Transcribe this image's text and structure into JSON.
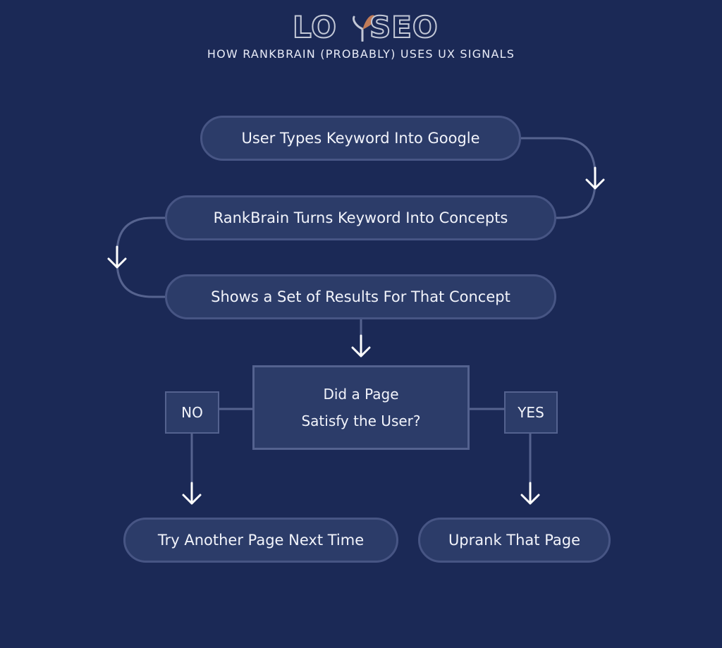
{
  "header": {
    "logo_left": "LO",
    "logo_right": "SEO",
    "subtitle": "HOW RANKBRAIN (PROBABLY) USES UX SIGNALS"
  },
  "flow": {
    "step1": "User Types Keyword Into Google",
    "step2": "RankBrain Turns Keyword Into Concepts",
    "step3": "Shows a Set of Results For That Concept",
    "decision_line1": "Did a Page",
    "decision_line2": "Satisfy the User?",
    "no_label": "NO",
    "yes_label": "YES",
    "no_result": "Try Another Page Next Time",
    "yes_result": "Uprank That Page"
  },
  "colors": {
    "background": "#1b2956",
    "node_fill": "#2c3c69",
    "node_border": "#475584",
    "connector": "#56638f",
    "arrow": "#ffffff",
    "logo_accent": "#c07b58"
  },
  "icons": {
    "logo_heart": "heart-logo-icon",
    "arrow": "arrow-down-icon"
  }
}
